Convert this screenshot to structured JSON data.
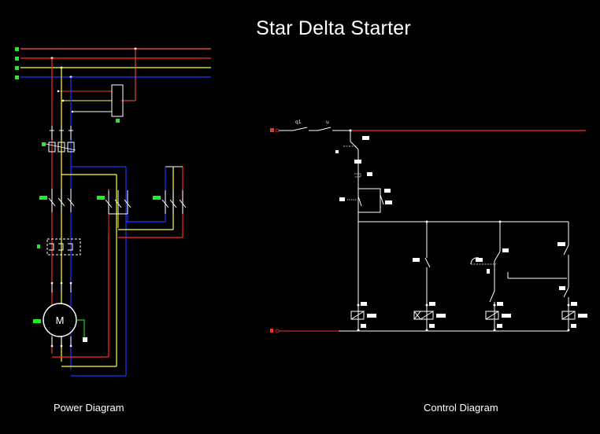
{
  "title": "Star Delta Starter",
  "captions": {
    "power": "Power Diagram",
    "control": "Control Diagram"
  },
  "labels": {
    "motor": "M",
    "q1": "q1",
    "u": "u"
  },
  "colors": {
    "background": "#000000",
    "phase_l1": "#ff2a2a",
    "phase_l2": "#ffff33",
    "phase_l3": "#2233ff",
    "neutral": "#ff2a2a",
    "wire": "#ffffff",
    "earth": "#22cc22",
    "terminal": "#22ee22"
  },
  "icons": [
    "motor-icon",
    "contactor-coil-icon",
    "fuse-icon",
    "switch-contact-icon"
  ]
}
